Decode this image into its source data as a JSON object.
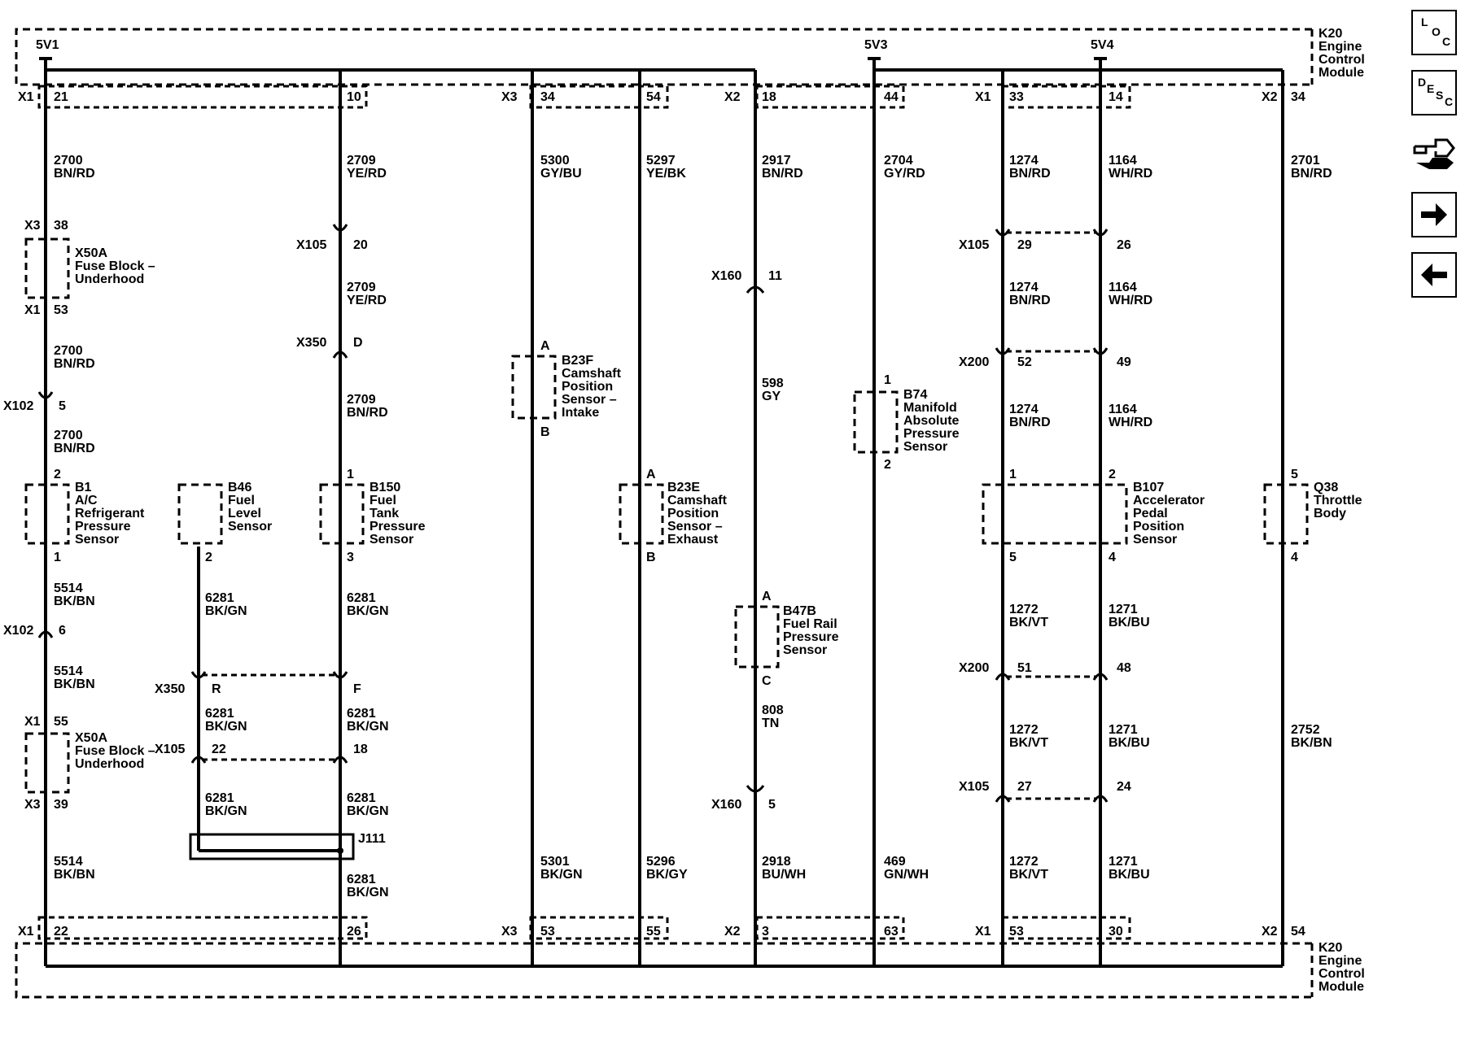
{
  "module": {
    "name": "K20",
    "line1": "Engine",
    "line2": "Control",
    "line3": "Module"
  },
  "supplies": {
    "v1": "5V1",
    "v3": "5V3",
    "v4": "5V4"
  },
  "top_conn": {
    "x1a": "X1",
    "x3": "X3",
    "x2a": "X2",
    "x1b": "X1",
    "x2b": "X2"
  },
  "top_pins": [
    "21",
    "10",
    "34",
    "54",
    "18",
    "44",
    "33",
    "14",
    "34"
  ],
  "bottom_conn": {
    "x1a": "X1",
    "x3": "X3",
    "x2a": "X2",
    "x1b": "X1",
    "x2b": "X2"
  },
  "bottom_pins": [
    "22",
    "26",
    "53",
    "55",
    "3",
    "63",
    "53",
    "30",
    "54"
  ],
  "circuits": [
    {
      "num": "2700",
      "color": "BN/RD"
    },
    {
      "num": "2700",
      "color": "BN/RD"
    },
    {
      "num": "2700",
      "color": "BN/RD"
    },
    {
      "num": "5514",
      "color": "BK/BN"
    },
    {
      "num": "5514",
      "color": "BK/BN"
    },
    {
      "num": "5514",
      "color": "BK/BN"
    },
    {
      "num": "6281",
      "color": "BK/GN"
    },
    {
      "num": "6281",
      "color": "BK/GN"
    },
    {
      "num": "6281",
      "color": "BK/GN"
    },
    {
      "num": "2709",
      "color": "YE/RD"
    },
    {
      "num": "2709",
      "color": "YE/RD"
    },
    {
      "num": "2709",
      "color": "BN/RD"
    },
    {
      "num": "6281",
      "color": "BK/GN"
    },
    {
      "num": "6281",
      "color": "BK/GN"
    },
    {
      "num": "6281",
      "color": "BK/GN"
    },
    {
      "num": "6281",
      "color": "BK/GN"
    },
    {
      "num": "5300",
      "color": "GY/BU"
    },
    {
      "num": "5301",
      "color": "BK/GN"
    },
    {
      "num": "5297",
      "color": "YE/BK"
    },
    {
      "num": "5296",
      "color": "BK/GY"
    },
    {
      "num": "2917",
      "color": "BN/RD"
    },
    {
      "num": "598",
      "color": "GY"
    },
    {
      "num": "808",
      "color": "TN"
    },
    {
      "num": "2918",
      "color": "BU/WH"
    },
    {
      "num": "2704",
      "color": "GY/RD"
    },
    {
      "num": "469",
      "color": "GN/WH"
    },
    {
      "num": "1274",
      "color": "BN/RD"
    },
    {
      "num": "1274",
      "color": "BN/RD"
    },
    {
      "num": "1274",
      "color": "BN/RD"
    },
    {
      "num": "1272",
      "color": "BK/VT"
    },
    {
      "num": "1272",
      "color": "BK/VT"
    },
    {
      "num": "1272",
      "color": "BK/VT"
    },
    {
      "num": "1164",
      "color": "WH/RD"
    },
    {
      "num": "1164",
      "color": "WH/RD"
    },
    {
      "num": "1164",
      "color": "WH/RD"
    },
    {
      "num": "1271",
      "color": "BK/BU"
    },
    {
      "num": "1271",
      "color": "BK/BU"
    },
    {
      "num": "1271",
      "color": "BK/BU"
    },
    {
      "num": "2701",
      "color": "BN/RD"
    },
    {
      "num": "2752",
      "color": "BK/BN"
    }
  ],
  "inline": {
    "x105": "X105",
    "x350": "X350",
    "x102": "X102",
    "x160": "X160",
    "x200": "X200",
    "x3": "X3",
    "x1": "X1",
    "x105_20": "20",
    "x350_d": "D",
    "x102_5": "5",
    "x102_6": "6",
    "x350_r": "R",
    "x350_f": "F",
    "x105_22": "22",
    "x105_18": "18",
    "x160_11": "11",
    "x160_5": "5",
    "x105_29": "29",
    "x105_26": "26",
    "x200_52": "52",
    "x200_49": "49",
    "x200_51": "51",
    "x200_48": "48",
    "x105_27": "27",
    "x105_24": "24",
    "fb_38": "38",
    "fb_53": "53",
    "fb_55": "55",
    "fb_39": "39"
  },
  "fuse_block": {
    "name": "X50A",
    "line1": "Fuse Block –",
    "line2": "Underhood"
  },
  "components": {
    "b1": {
      "id": "B1",
      "l1": "A/C",
      "l2": "Refrigerant",
      "l3": "Pressure",
      "l4": "Sensor",
      "p_top": "2",
      "p_bot": "1"
    },
    "b46": {
      "id": "B46",
      "l1": "Fuel",
      "l2": "Level",
      "l3": "Sensor",
      "p_bot": "2"
    },
    "b150": {
      "id": "B150",
      "l1": "Fuel",
      "l2": "Tank",
      "l3": "Pressure",
      "l4": "Sensor",
      "p_top": "1",
      "p_bot": "3"
    },
    "b23f": {
      "id": "B23F",
      "l1": "Camshaft",
      "l2": "Position",
      "l3": "Sensor –",
      "l4": "Intake",
      "p_top": "A",
      "p_bot": "B"
    },
    "b23e": {
      "id": "B23E",
      "l1": "Camshaft",
      "l2": "Position",
      "l3": "Sensor –",
      "l4": "Exhaust",
      "p_top": "A",
      "p_bot": "B"
    },
    "b47b": {
      "id": "B47B",
      "l1": "Fuel Rail",
      "l2": "Pressure",
      "l3": "Sensor",
      "p_top": "A",
      "p_bot": "C"
    },
    "b74": {
      "id": "B74",
      "l1": "Manifold",
      "l2": "Absolute",
      "l3": "Pressure",
      "l4": "Sensor",
      "p_top": "1",
      "p_bot": "2"
    },
    "b107": {
      "id": "B107",
      "l1": "Accelerator",
      "l2": "Pedal",
      "l3": "Position",
      "l4": "Sensor",
      "p1": "1",
      "p2": "2",
      "p5": "5",
      "p4": "4"
    },
    "q38": {
      "id": "Q38",
      "l1": "Throttle",
      "l2": "Body",
      "p_top": "5",
      "p_bot": "4"
    }
  },
  "splice": {
    "id": "J111"
  },
  "nav": {
    "loc": [
      "L",
      "O",
      "C"
    ],
    "desc": [
      "D",
      "E",
      "S",
      "C"
    ],
    "icons": [
      "connector-end-view-icon",
      "next-page-arrow-icon",
      "previous-page-arrow-icon"
    ]
  }
}
